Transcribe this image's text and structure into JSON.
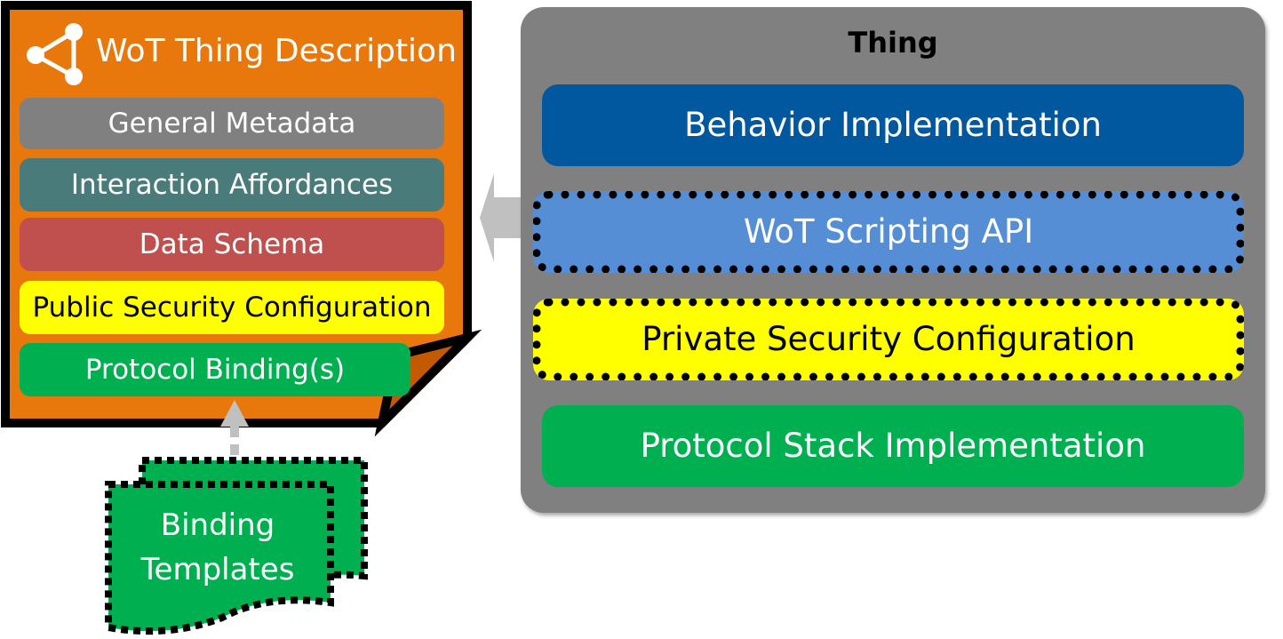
{
  "td": {
    "title": "WoT Thing Description",
    "icon": "share-network-icon",
    "rows": {
      "general_metadata": "General Metadata",
      "interaction_affordances": "Interaction Affordances",
      "data_schema": "Data Schema",
      "public_security_configuration": "Public Security Configuration",
      "protocol_bindings": "Protocol Binding(s)"
    }
  },
  "thing": {
    "title": "Thing",
    "rows": {
      "behavior_implementation": "Behavior Implementation",
      "scripting_api": "WoT Scripting API",
      "private_security_configuration": "Private Security Configuration",
      "protocol_stack_implementation": "Protocol Stack Implementation"
    }
  },
  "binding_templates": {
    "line1": "Binding",
    "line2": "Templates"
  },
  "colors": {
    "td_background": "#e8770c",
    "general_metadata": "#808080",
    "interaction_affordances": "#4a7b7b",
    "data_schema": "#c0504d",
    "public_security": "#ffff00",
    "protocol_binding": "#00b050",
    "thing_background": "#808080",
    "behavior": "#02589e",
    "scripting_api": "#558ed5",
    "private_security": "#ffff00",
    "protocol_stack": "#00b050",
    "binding_templates": "#00b050",
    "arrow": "#c0c0c0"
  }
}
